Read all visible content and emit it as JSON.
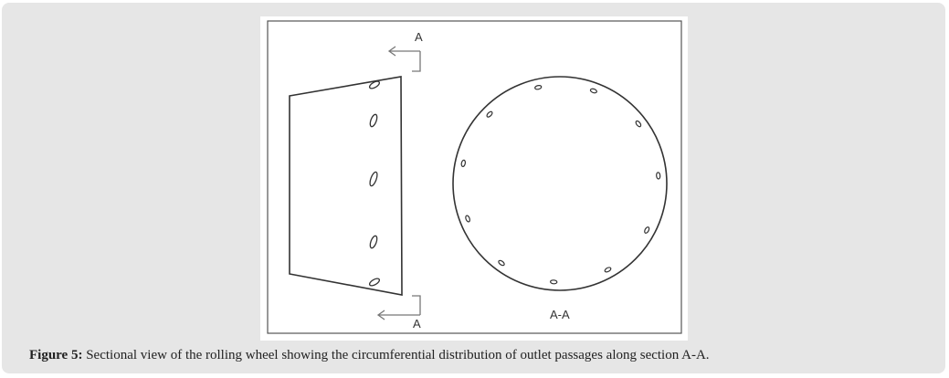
{
  "diagram": {
    "section_label_top": "A",
    "section_label_bottom": "A",
    "section_view_label": "A-A",
    "side_view_holes": 5,
    "section_view_holes": 11
  },
  "caption": {
    "label": "Figure 5:",
    "text": " Sectional view of the rolling wheel showing the circumferential distribution of outlet passages along section A-A."
  }
}
